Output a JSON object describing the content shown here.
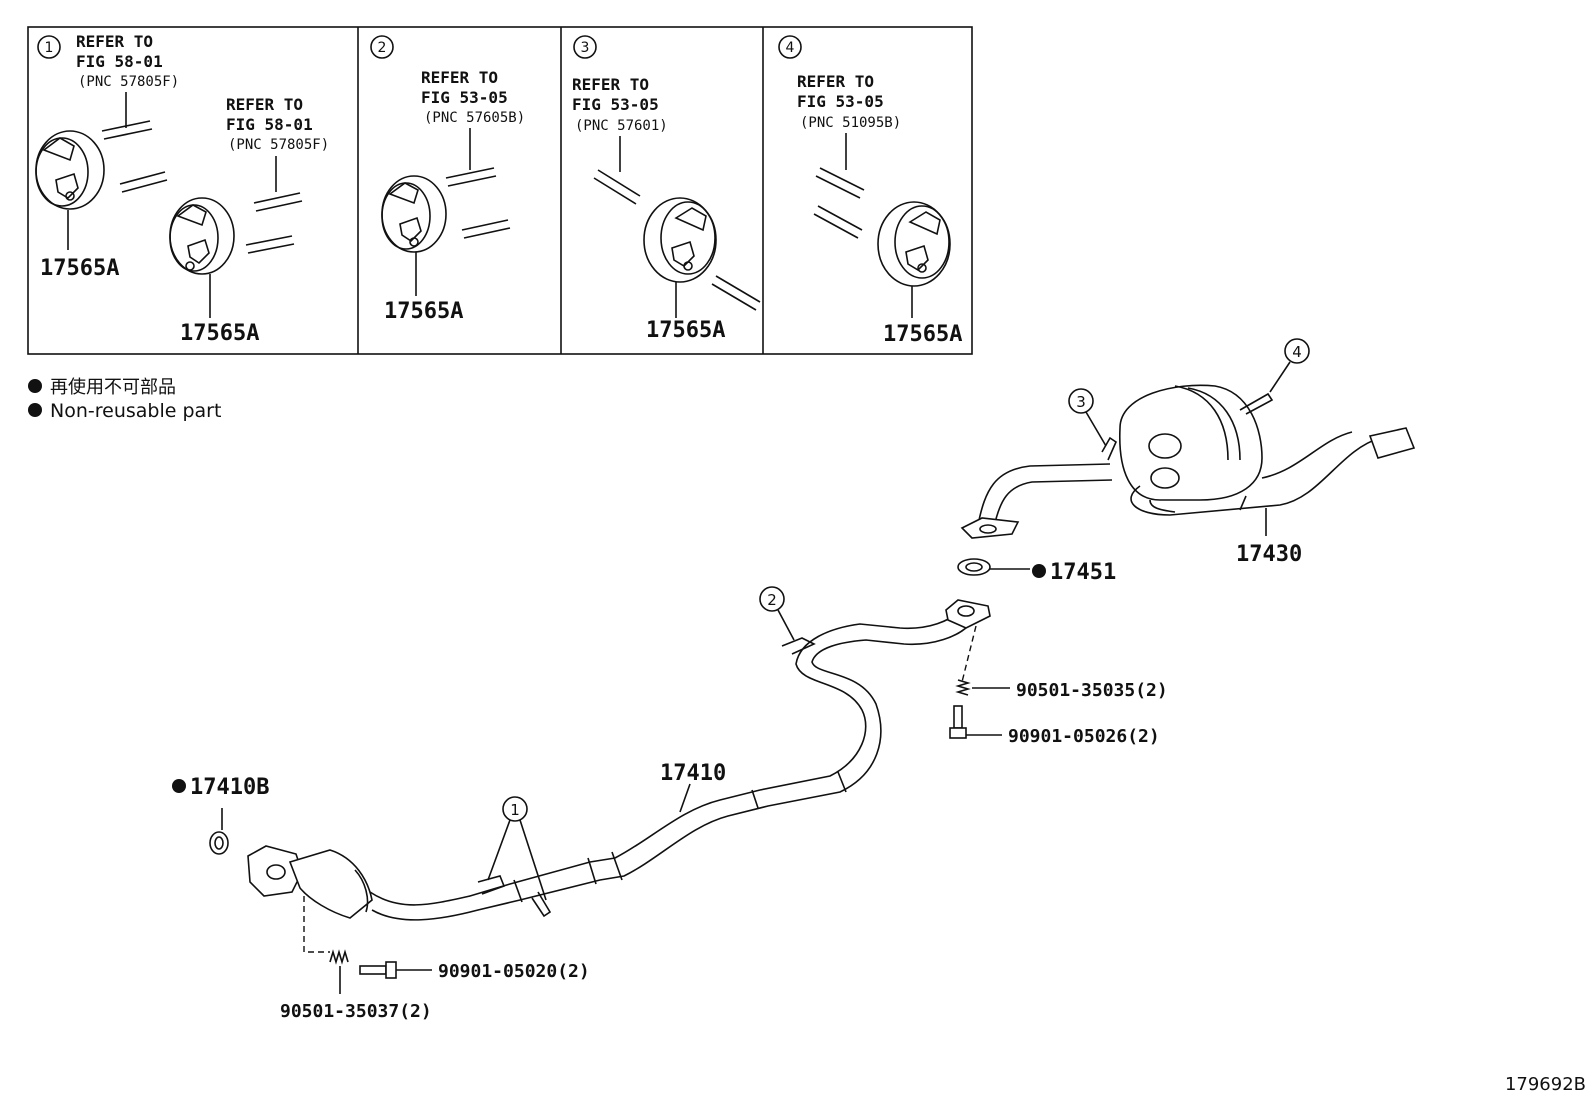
{
  "panels": [
    {
      "num": "1",
      "refs": [
        {
          "l1": "REFER TO",
          "l2": "FIG 58-01",
          "l3": "(PNC 57805F)"
        },
        {
          "l1": "REFER TO",
          "l2": "FIG 58-01",
          "l3": "(PNC 57805F)"
        }
      ],
      "parts": [
        "17565A",
        "17565A"
      ]
    },
    {
      "num": "2",
      "refs": [
        {
          "l1": "REFER TO",
          "l2": "FIG 53-05",
          "l3": "(PNC 57605B)"
        }
      ],
      "parts": [
        "17565A"
      ]
    },
    {
      "num": "3",
      "refs": [
        {
          "l1": "REFER TO",
          "l2": "FIG 53-05",
          "l3": "(PNC 57601)"
        }
      ],
      "parts": [
        "17565A"
      ]
    },
    {
      "num": "4",
      "refs": [
        {
          "l1": "REFER TO",
          "l2": "FIG 53-05",
          "l3": "(PNC 51095B)"
        }
      ],
      "parts": [
        "17565A"
      ]
    }
  ],
  "legend": {
    "jp": "再使用不可部品",
    "en": "Non-reusable part"
  },
  "callouts": {
    "c1": "1",
    "c2": "2",
    "c3": "3",
    "c4": "4"
  },
  "parts": {
    "gasket_front": "17410B",
    "front_pipe": "17410",
    "gasket_rear": "17451",
    "muffler": "17430",
    "spring_rear": "90501-35035(2)",
    "bolt_rear": "90901-05026(2)",
    "bolt_front": "90901-05020(2)",
    "spring_front": "90501-35037(2)"
  },
  "figure_id": "179692B"
}
